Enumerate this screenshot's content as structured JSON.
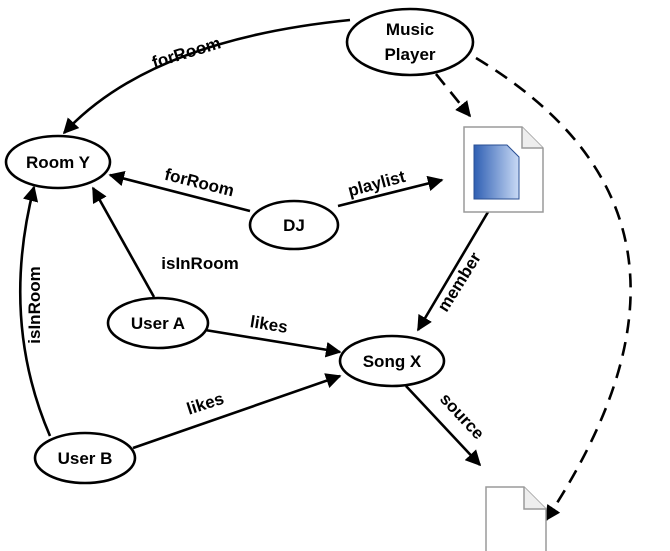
{
  "nodes": {
    "room_y": "Room Y",
    "dj": "DJ",
    "user_a": "User A",
    "user_b": "User B",
    "song_x": "Song X",
    "music_player_line1": "Music",
    "music_player_line2": "Player"
  },
  "edges": {
    "player_for_room": "forRoom",
    "dj_for_room": "forRoom",
    "dj_playlist": "playlist",
    "user_a_is_in_room": "isInRoom",
    "user_b_is_in_room": "isInRoom",
    "user_a_likes": "likes",
    "user_b_likes": "likes",
    "playlist_member": "member",
    "song_source": "source"
  },
  "icons": {
    "playlist": "playlist-document-icon",
    "audio_file": "audio-file-document-icon"
  },
  "colors": {
    "line": "#000000",
    "playlist_fill_dark": "#2f5fb3",
    "playlist_fill_light": "#c9daf5"
  }
}
